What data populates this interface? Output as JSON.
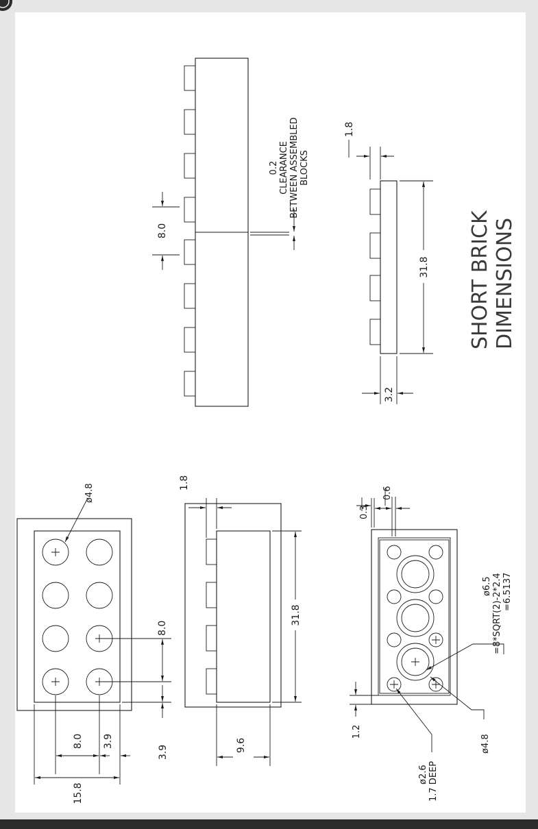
{
  "title": {
    "line1": "SHORT BRICK",
    "line2": "DIMENSIONS"
  },
  "corner_badge_icon": "circle-badge-icon",
  "colors": {
    "page_bg": "#e6e6e6",
    "sheet_bg": "#ffffff",
    "ink": "#1a1a1a",
    "dark_bar": "#2b2b2b"
  },
  "assembly": {
    "stud_pitch": "8.0",
    "clearance_value": "0.2",
    "clearance_l1": "CLEARANCE",
    "clearance_l2": "BETWEEN ASSEMBLED",
    "clearance_l3": "BLOCKS"
  },
  "side_small": {
    "stud_height": "1.8",
    "length": "31.8",
    "wall": "3.2"
  },
  "top_view": {
    "stud_dia": "ø4.8",
    "pitch": "8.0",
    "edge_offset": "3.9",
    "pitch_bottom": "8.0",
    "edge_bottom": "3.9",
    "width": "15.8"
  },
  "side_view": {
    "stud_height": "1.8",
    "length": "31.8",
    "height": "9.6"
  },
  "bottom_view": {
    "dim_03": "0.3",
    "dim_06": "0.6",
    "dim_12": "1.2",
    "tube_l1": "ø6.5",
    "tube_l2": "=8*SQRT(2)-2*2.4",
    "tube_l3": "=6.5137",
    "inner": "ø4.8",
    "pin_l1": "ø2.6",
    "pin_l2": "1.7 DEEP"
  }
}
